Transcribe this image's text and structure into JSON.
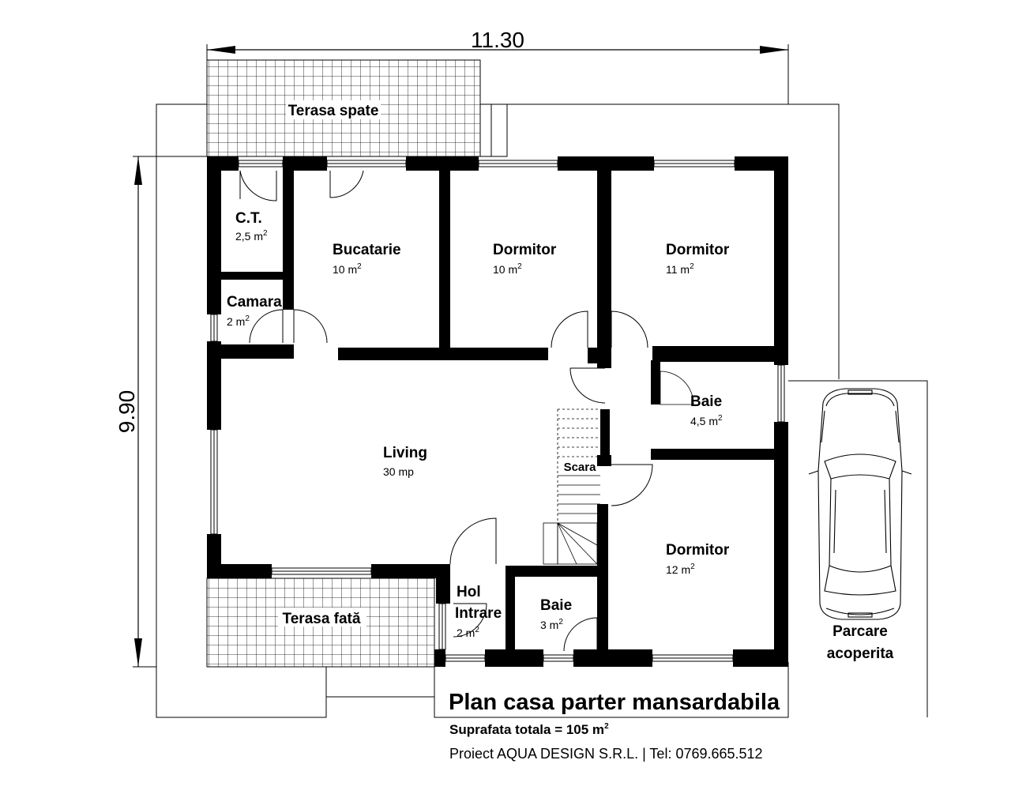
{
  "plan": {
    "dimensions": {
      "width": "11.30",
      "height": "9.90"
    },
    "rooms": {
      "ct": {
        "name": "C.T.",
        "area": "2,5 m",
        "sup": "2"
      },
      "camara": {
        "name": "Camara",
        "area": "2 m",
        "sup": "2"
      },
      "bucatarie": {
        "name": "Bucatarie",
        "area": "10 m",
        "sup": "2"
      },
      "dormitor1": {
        "name": "Dormitor",
        "area": "10 m",
        "sup": "2"
      },
      "dormitor2": {
        "name": "Dormitor",
        "area": "11 m",
        "sup": "2"
      },
      "baie1": {
        "name": "Baie",
        "area": "4,5 m",
        "sup": "2"
      },
      "living": {
        "name": "Living",
        "area": "30 mp"
      },
      "dormitor3": {
        "name": "Dormitor",
        "area": "12 m",
        "sup": "2"
      },
      "hol": {
        "name1": "Hol",
        "name2": "Intrare",
        "area": "2 m",
        "sup": "2"
      },
      "baie2": {
        "name": "Baie",
        "area": "3 m",
        "sup": "2"
      }
    },
    "scara": "Scara",
    "terasa_spate": "Terasa spate",
    "terasa_fata": "Terasa fată",
    "parcare": {
      "line1": "Parcare",
      "line2": "acoperita"
    }
  },
  "footer": {
    "title": "Plan casa parter mansardabila",
    "surface": "Suprafata totala = 105 m",
    "surface_sup": "2",
    "project": "Proiect AQUA DESIGN S.R.L.  |  Tel: 0769.665.512"
  }
}
